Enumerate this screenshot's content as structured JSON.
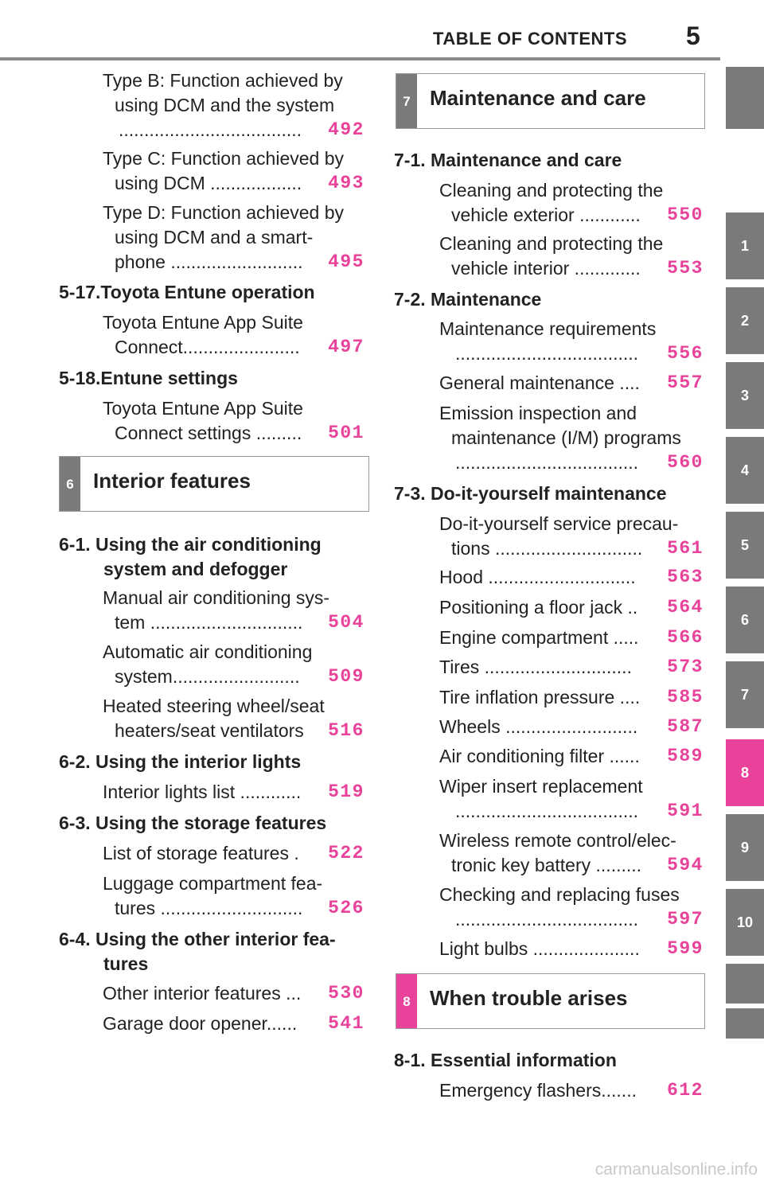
{
  "header": {
    "title": "TABLE OF CONTENTS",
    "page_number": "5"
  },
  "left": {
    "e1": {
      "l1": "Type B: Function achieved by",
      "l2": "using DCM and the system",
      "l3": "....................................",
      "pg": "492"
    },
    "e2": {
      "l1": "Type C: Function achieved by",
      "l2": "using DCM ..................",
      "pg": "493"
    },
    "e3": {
      "l1": "Type D: Function achieved by",
      "l2": "using DCM and a smart-",
      "l3": "phone ..........................",
      "pg": "495"
    },
    "s517": "5-17.Toyota Entune operation",
    "e4": {
      "l1": "Toyota Entune App Suite",
      "l2": "Connect.......................",
      "pg": "497"
    },
    "s518": "5-18.Entune settings",
    "e5": {
      "l1": "Toyota Entune App Suite",
      "l2": "Connect settings .........",
      "pg": "501"
    },
    "chapter6": {
      "num": "6",
      "title": "Interior features"
    },
    "s61a": "6-1.  Using the air conditioning",
    "s61b": "system and defogger",
    "e6": {
      "l1": "Manual air conditioning sys-",
      "l2": "tem ..............................",
      "pg": "504"
    },
    "e7": {
      "l1": "Automatic air conditioning",
      "l2": "system.........................",
      "pg": "509"
    },
    "e8": {
      "l1": "Heated steering wheel/seat",
      "l2": "heaters/seat ventilators",
      "pg": "516"
    },
    "s62": "6-2.  Using the interior lights",
    "e9": {
      "l1": "Interior lights list ............",
      "pg": "519"
    },
    "s63": "6-3.  Using the storage features",
    "e10": {
      "l1": "List of storage features .",
      "pg": "522"
    },
    "e11": {
      "l1": "Luggage compartment fea-",
      "l2": "tures ............................",
      "pg": "526"
    },
    "s64a": "6-4.  Using the other interior fea-",
    "s64b": "tures",
    "e12": {
      "l1": "Other interior features ...",
      "pg": "530"
    },
    "e13": {
      "l1": "Garage door opener......",
      "pg": "541"
    }
  },
  "right": {
    "chapter7": {
      "num": "7",
      "title": "Maintenance and care"
    },
    "s71": "7-1.  Maintenance and care",
    "r1": {
      "l1": "Cleaning and protecting the",
      "l2": "vehicle exterior ............",
      "pg": "550"
    },
    "r2": {
      "l1": "Cleaning and protecting the",
      "l2": "vehicle interior .............",
      "pg": "553"
    },
    "s72": "7-2.  Maintenance",
    "r3": {
      "l1": "Maintenance requirements",
      "l2": "....................................",
      "pg": "556"
    },
    "r4": {
      "l1": "General maintenance ....",
      "pg": "557"
    },
    "r5": {
      "l1": "Emission inspection and",
      "l2": "maintenance (I/M) programs",
      "l3": "....................................",
      "pg": "560"
    },
    "s73": "7-3.  Do-it-yourself maintenance",
    "r6": {
      "l1": "Do-it-yourself service precau-",
      "l2": "tions .............................",
      "pg": "561"
    },
    "r7": {
      "l1": "Hood .............................",
      "pg": "563"
    },
    "r8": {
      "l1": "Positioning a floor jack ..",
      "pg": "564"
    },
    "r9": {
      "l1": "Engine compartment .....",
      "pg": "566"
    },
    "r10": {
      "l1": "Tires .............................",
      "pg": "573"
    },
    "r11": {
      "l1": "Tire inflation pressure ....",
      "pg": "585"
    },
    "r12": {
      "l1": "Wheels ..........................",
      "pg": "587"
    },
    "r13": {
      "l1": "Air conditioning filter ......",
      "pg": "589"
    },
    "r14": {
      "l1": "Wiper insert replacement",
      "l2": "....................................",
      "pg": "591"
    },
    "r15": {
      "l1": "Wireless remote control/elec-",
      "l2": "tronic key battery .........",
      "pg": "594"
    },
    "r16": {
      "l1": "Checking and replacing fuses",
      "l2": "....................................",
      "pg": "597"
    },
    "r17": {
      "l1": "Light bulbs .....................",
      "pg": "599"
    },
    "chapter8": {
      "num": "8",
      "title": "When trouble arises"
    },
    "s81": "8-1.  Essential information",
    "r18": {
      "l1": "Emergency flashers.......",
      "pg": "612"
    }
  },
  "tabs": [
    "1",
    "2",
    "3",
    "4",
    "5",
    "6",
    "7",
    "8",
    "9",
    "10"
  ],
  "active_tab": "8",
  "watermark": "carmanualsonline.info",
  "colors": {
    "accent": "#e8429a",
    "tab_gray": "#7a7a7a"
  }
}
